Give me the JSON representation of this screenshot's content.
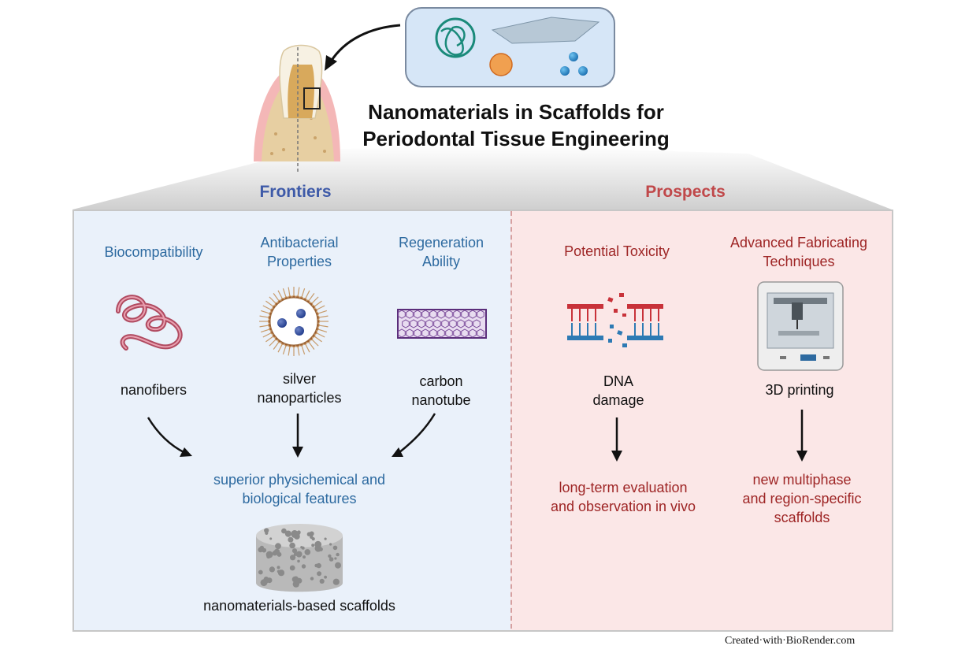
{
  "title": {
    "line1": "Nanomaterials in Scaffolds for",
    "line2": "Periodontal Tissue Engineering"
  },
  "frontiers": {
    "heading": "Frontiers",
    "items": [
      {
        "property": "Biocompatibility",
        "material": "nanofibers"
      },
      {
        "property_line1": "Antibacterial",
        "property_line2": "Properties",
        "material_line1": "silver",
        "material_line2": "nanoparticles"
      },
      {
        "property_line1": "Regeneration",
        "property_line2": "Ability",
        "material_line1": "carbon",
        "material_line2": "nanotube"
      }
    ],
    "outcome_line1": "superior physichemical and",
    "outcome_line2": "biological features",
    "scaffold_label": "nanomaterials-based scaffolds"
  },
  "prospects": {
    "heading": "Prospects",
    "items": [
      {
        "property": "Potential Toxicity",
        "effect_line1": "DNA",
        "effect_line2": "damage",
        "outcome_line1": "long-term evaluation",
        "outcome_line2": "and observation  in vivo"
      },
      {
        "property_line1": "Advanced  Fabricating",
        "property_line2": "Techniques",
        "effect": "3D printing",
        "outcome_line1": "new multiphase",
        "outcome_line2": "and region-specific",
        "outcome_line3": "scaffolds"
      }
    ]
  },
  "credit": "Created·with·BioRender.com",
  "colors": {
    "frontiers_heading": "#3e5aa8",
    "prospects_heading": "#c0484a",
    "frontiers_panel": "#eaf1fa",
    "prospects_panel": "#fbe7e7",
    "frontiers_text": "#2d6aa0",
    "prospects_text": "#9e2525"
  },
  "icons": [
    "tooth-icon",
    "nanomaterials-inset-icon",
    "nanofiber-icon",
    "silver-nanoparticle-icon",
    "carbon-nanotube-icon",
    "dna-damage-icon",
    "3d-printer-icon",
    "porous-scaffold-icon"
  ]
}
